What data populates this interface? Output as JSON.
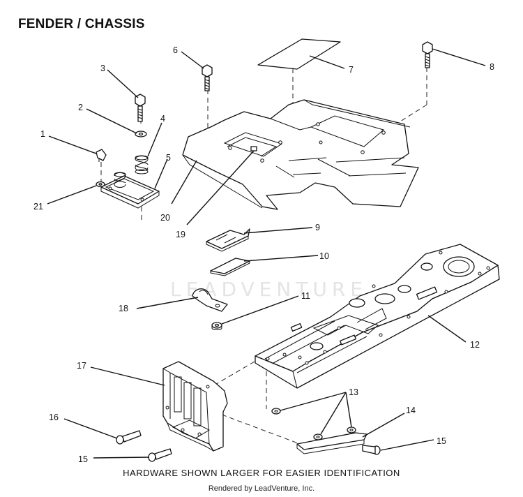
{
  "title": "FENDER / CHASSIS",
  "footer_note": "HARDWARE SHOWN LARGER FOR EASIER IDENTIFICATION",
  "footer_credit": "Rendered by LeadVenture, Inc.",
  "watermark": "LEADVENTURE",
  "callouts": [
    {
      "id": "c1",
      "label": "1"
    },
    {
      "id": "c2",
      "label": "2"
    },
    {
      "id": "c3",
      "label": "3"
    },
    {
      "id": "c4",
      "label": "4"
    },
    {
      "id": "c5",
      "label": "5"
    },
    {
      "id": "c6",
      "label": "6"
    },
    {
      "id": "c7",
      "label": "7"
    },
    {
      "id": "c8",
      "label": "8"
    },
    {
      "id": "c9",
      "label": "9"
    },
    {
      "id": "c10",
      "label": "10"
    },
    {
      "id": "c11",
      "label": "11"
    },
    {
      "id": "c12",
      "label": "12"
    },
    {
      "id": "c13",
      "label": "13"
    },
    {
      "id": "c14",
      "label": "14"
    },
    {
      "id": "c15a",
      "label": "15"
    },
    {
      "id": "c15b",
      "label": "15"
    },
    {
      "id": "c16",
      "label": "16"
    },
    {
      "id": "c17",
      "label": "17"
    },
    {
      "id": "c18",
      "label": "18"
    },
    {
      "id": "c19",
      "label": "19"
    },
    {
      "id": "c20",
      "label": "20"
    },
    {
      "id": "c21",
      "label": "21"
    }
  ]
}
